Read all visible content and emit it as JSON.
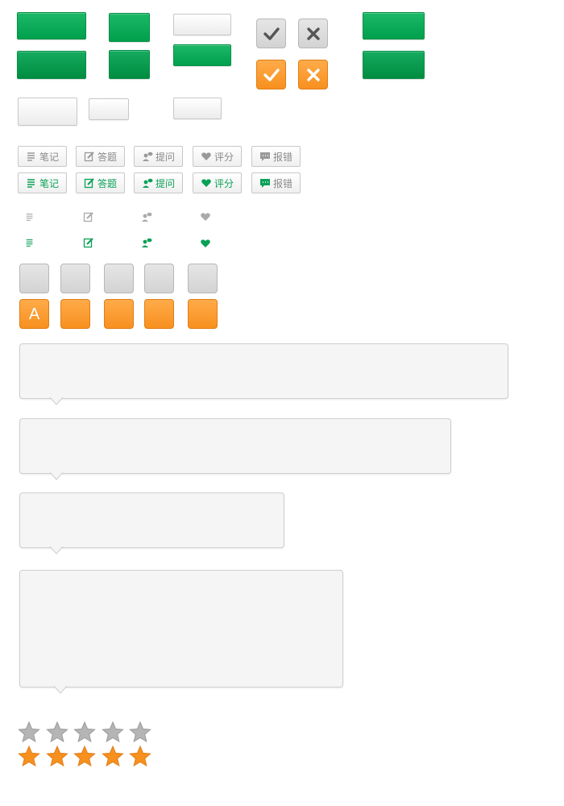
{
  "tool_buttons_inactive": [
    {
      "label": "笔记",
      "icon": "note-icon"
    },
    {
      "label": "答题",
      "icon": "edit-icon"
    },
    {
      "label": "提问",
      "icon": "ask-icon"
    },
    {
      "label": "评分",
      "icon": "heart-icon"
    },
    {
      "label": "报错",
      "icon": "report-icon"
    }
  ],
  "tool_buttons_active": [
    {
      "label": "笔记",
      "icon": "note-icon"
    },
    {
      "label": "答题",
      "icon": "edit-icon"
    },
    {
      "label": "提问",
      "icon": "ask-icon"
    },
    {
      "label": "评分",
      "icon": "heart-icon"
    },
    {
      "label": "报错",
      "icon": "report-icon"
    }
  ],
  "answer_option_letter": "A",
  "rating": {
    "max": 5,
    "inactive_filled": 0,
    "active_filled": 5
  },
  "colors": {
    "green": "#00a04d",
    "orange": "#f7901e",
    "grey": "#d3d3d3",
    "inactive_text": "#8a8a8a",
    "active_text": "#0aa157"
  }
}
